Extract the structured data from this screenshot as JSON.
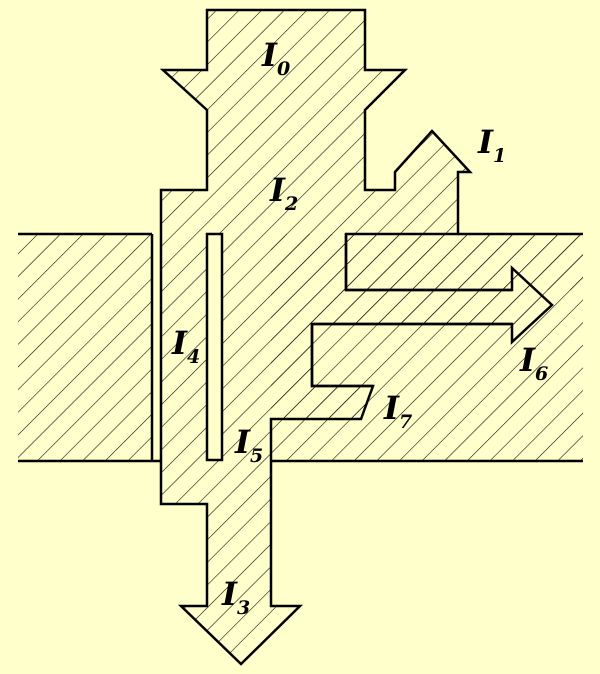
{
  "colors": {
    "background": "#ffffcc",
    "ink": "#000000"
  },
  "labels": [
    {
      "id": "I0",
      "letter": "I",
      "sub": "0"
    },
    {
      "id": "I1",
      "letter": "I",
      "sub": "1"
    },
    {
      "id": "I2",
      "letter": "I",
      "sub": "2"
    },
    {
      "id": "I3",
      "letter": "I",
      "sub": "3"
    },
    {
      "id": "I4",
      "letter": "I",
      "sub": "4"
    },
    {
      "id": "I5",
      "letter": "I",
      "sub": "5"
    },
    {
      "id": "I6",
      "letter": "I",
      "sub": "6"
    },
    {
      "id": "I7",
      "letter": "I",
      "sub": "7"
    }
  ]
}
